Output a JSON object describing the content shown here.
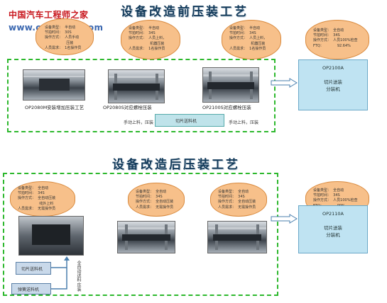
{
  "watermark": {
    "line1": "中国汽车工程师之家",
    "line2": "www.cartech8.com"
  },
  "before": {
    "title": "设备改造前压装工艺",
    "stations": [
      {
        "caption": "OP2080M安装增加压装工艺",
        "bubble": "设备类型：  半自动\n节拍时间：  30S\n操作方式：  人员手动\n                   压装\n人员需求：  1名操作员"
      },
      {
        "caption": "OP2080S对应螺栓压装",
        "bubble": "设备类型：  半自动\n节拍时间：  34S\n操作方式：  人员上料，\n                   机器压装\n人员需求：  1名操作员"
      },
      {
        "caption": "OP2100S对应螺栓压装",
        "bubble": "设备类型：  半自动\n节拍时间：  34S\n操作方式：  人员上料，\n                   机器压装\n人员需求：  1名操作员"
      }
    ],
    "feeder": "切片送料机",
    "hand_left": "手动上料，压装",
    "hand_right": "手动上料，压装",
    "final_box": "OP2100A\n\n切片送装\n分装机",
    "final_bubble": "设备类型：  全自动\n节拍时间：  34S\n操作方式：  人员100%检查\nFTQ：            92.64%"
  },
  "after": {
    "title": "设备改造后压装工艺",
    "stations": [
      {
        "bubble": "设备类型：  全自动\n节拍时间：  34S\n操作方式：  全自动压装\n                   线外上料\n人员需求：  无需操作员"
      },
      {
        "bubble": "设备类型：  全自动\n节拍时间：  34S\n操作方式：  全自动压装\n人员需求：  无需操作员"
      },
      {
        "bubble": "设备类型：  全自动\n节拍时间：  34S\n操作方式：  全自动压装\n人员需求：  无需操作员"
      }
    ],
    "feeder1": "切片送料机",
    "feeder2": "弹簧送料机",
    "vertical_label": "全自动送料·压装",
    "final_box": "OP2110A\n\n切片送装\n分装机",
    "final_bubble": "设备类型：  全自动\n节拍时间：  34S\n操作方式：  人员100%检查\nFTQ：            99%"
  }
}
